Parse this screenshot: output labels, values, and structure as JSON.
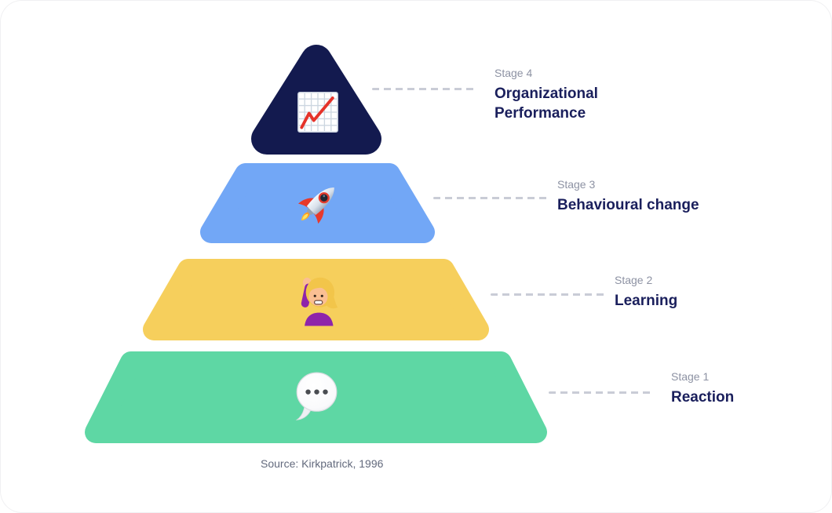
{
  "diagram_type": "pyramid",
  "stages": [
    {
      "label": "Stage 4",
      "title": "Organizational Performance",
      "color": "#131A4F",
      "icon": "chart-increasing-icon"
    },
    {
      "label": "Stage 3",
      "title": "Behavioural change",
      "color": "#72A7F6",
      "icon": "rocket-icon"
    },
    {
      "label": "Stage 2",
      "title": "Learning",
      "color": "#F6CF5C",
      "icon": "person-raising-hand-icon"
    },
    {
      "label": "Stage 1",
      "title": "Reaction",
      "color": "#5ED7A4",
      "icon": "speech-balloon-icon"
    }
  ],
  "source": "Source: Kirkpatrick, 1996",
  "colors": {
    "title_text": "#1A1F5C",
    "label_text": "#8D92A3",
    "connector_dash": "#C9CCD6",
    "source_text": "#636A7D",
    "card_background": "#FFFFFF"
  }
}
